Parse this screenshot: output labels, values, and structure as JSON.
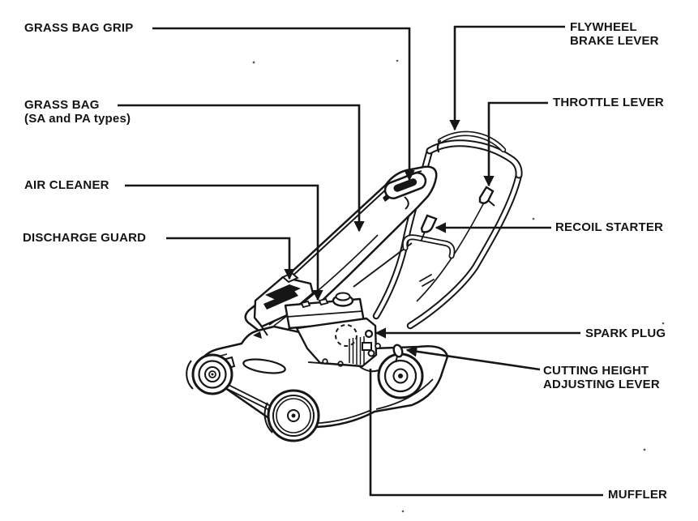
{
  "figure": {
    "subject": "Walk-behind lawn mower — component identification diagram",
    "style": "black line art on white",
    "ink_color": "#161616",
    "background_color": "#ffffff"
  },
  "callouts": [
    {
      "id": "grass-bag-grip",
      "text": "GRASS BAG GRIP"
    },
    {
      "id": "grass-bag",
      "line1": "GRASS BAG",
      "line2": "(SA and PA types)"
    },
    {
      "id": "air-cleaner",
      "text": "AIR CLEANER"
    },
    {
      "id": "discharge-guard",
      "text": "DISCHARGE GUARD"
    },
    {
      "id": "flywheel-brake-lever",
      "line1": "FLYWHEEL",
      "line2": "BRAKE LEVER"
    },
    {
      "id": "throttle-lever",
      "text": "THROTTLE LEVER"
    },
    {
      "id": "recoil-starter",
      "text": "RECOIL STARTER"
    },
    {
      "id": "spark-plug",
      "text": "SPARK PLUG"
    },
    {
      "id": "cutting-height-adjusting-lever",
      "line1": "CUTTING HEIGHT",
      "line2": "ADJUSTING LEVER"
    },
    {
      "id": "muffler",
      "text": "MUFFLER"
    }
  ]
}
